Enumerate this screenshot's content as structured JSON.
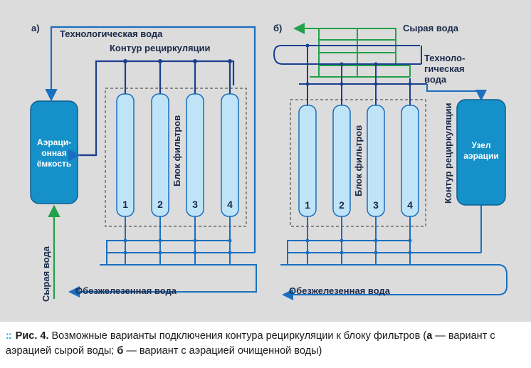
{
  "colors": {
    "pipe_blue": "#1a6fbf",
    "pipe_dark": "#1c3f8f",
    "green": "#22a04a",
    "tank": "#1690c8",
    "filter_fill": "#bfe4f7",
    "background": "#dcdcdc",
    "caption_dots": "#1aa3d9"
  },
  "panel_a": {
    "label": "а)",
    "process_water": "Технологическая вода",
    "recirc": "Контур рециркуляции",
    "tank_line1": "Аэраци-",
    "tank_line2": "онная",
    "tank_line3": "ёмкость",
    "filter_block": "Блок фильтров",
    "raw_water": "Сырая вода",
    "deironed": "Обезжелезенная вода",
    "filters": [
      "1",
      "2",
      "3",
      "4"
    ]
  },
  "panel_b": {
    "label": "б)",
    "raw_water": "Сырая вода",
    "process_line1": "Техноло-",
    "process_line2": "гическая",
    "process_line3": "вода",
    "recirc": "Контур рециркуляции",
    "node_line1": "Узел",
    "node_line2": "аэрации",
    "filter_block": "Блок фильтров",
    "deironed": "Обезжелезенная вода",
    "filters": [
      "1",
      "2",
      "3",
      "4"
    ]
  },
  "caption": {
    "fig_label": "Рис. 4.",
    "text_main": "Возможные варианты подключения контура рециркуляции к блоку фильтров (",
    "a_letter": "а",
    "a_text": " — вариант с аэрацией сырой воды; ",
    "b_letter": "б",
    "b_text": " — вариант с аэрацией очищенной воды)"
  }
}
